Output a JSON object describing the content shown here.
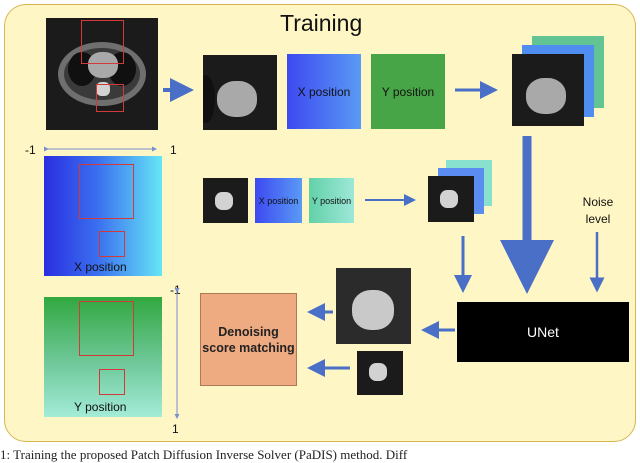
{
  "title": "Training",
  "x_axis": {
    "min_label": "-1",
    "max_label": "1"
  },
  "y_axis": {
    "min_label": "-1",
    "max_label": "1"
  },
  "x_map_label": "X position",
  "y_map_label": "Y position",
  "large_row": {
    "x_label": "X position",
    "y_label": "Y position"
  },
  "small_row": {
    "x_label": "X position",
    "y_label": "Y position"
  },
  "noise_label": "Noise level",
  "unet_label": "UNet",
  "dsm_label": "Denoising score matching",
  "caption": "1: Training the proposed Patch Diffusion Inverse Solver (PaDIS) method. Diff"
}
